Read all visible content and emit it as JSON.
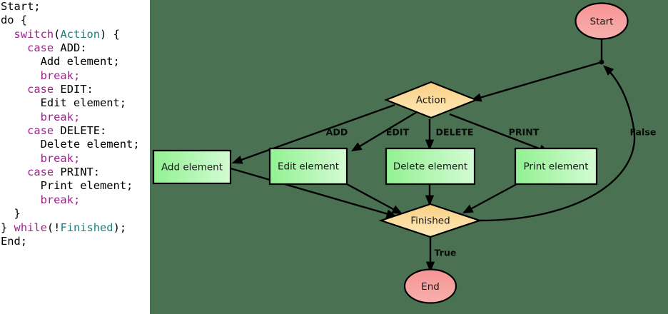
{
  "code_panel": {
    "language": "pseudocode",
    "colors": {
      "keyword": "#a0228c",
      "identifier": "#1a7f7f",
      "plain": "#000000",
      "background": "#ffffff"
    },
    "lines": [
      [
        {
          "t": "Start;",
          "c": "plain"
        }
      ],
      [
        {
          "t": "do {",
          "c": "plain"
        }
      ],
      [
        {
          "t": "  ",
          "c": "plain"
        },
        {
          "t": "switch",
          "c": "keyword"
        },
        {
          "t": "(",
          "c": "plain"
        },
        {
          "t": "Action",
          "c": "identifier"
        },
        {
          "t": ") {",
          "c": "plain"
        }
      ],
      [
        {
          "t": "    ",
          "c": "plain"
        },
        {
          "t": "case",
          "c": "keyword"
        },
        {
          "t": " ADD:",
          "c": "plain"
        }
      ],
      [
        {
          "t": "      Add element;",
          "c": "plain"
        }
      ],
      [
        {
          "t": "      ",
          "c": "plain"
        },
        {
          "t": "break;",
          "c": "keyword"
        }
      ],
      [
        {
          "t": "    ",
          "c": "plain"
        },
        {
          "t": "case",
          "c": "keyword"
        },
        {
          "t": " EDIT:",
          "c": "plain"
        }
      ],
      [
        {
          "t": "      Edit element;",
          "c": "plain"
        }
      ],
      [
        {
          "t": "      ",
          "c": "plain"
        },
        {
          "t": "break;",
          "c": "keyword"
        }
      ],
      [
        {
          "t": "    ",
          "c": "plain"
        },
        {
          "t": "case",
          "c": "keyword"
        },
        {
          "t": " DELETE:",
          "c": "plain"
        }
      ],
      [
        {
          "t": "      Delete element;",
          "c": "plain"
        }
      ],
      [
        {
          "t": "      ",
          "c": "plain"
        },
        {
          "t": "break;",
          "c": "keyword"
        }
      ],
      [
        {
          "t": "    ",
          "c": "plain"
        },
        {
          "t": "case",
          "c": "keyword"
        },
        {
          "t": " PRINT:",
          "c": "plain"
        }
      ],
      [
        {
          "t": "      Print element;",
          "c": "plain"
        }
      ],
      [
        {
          "t": "      ",
          "c": "plain"
        },
        {
          "t": "break;",
          "c": "keyword"
        }
      ],
      [
        {
          "t": "  }",
          "c": "plain"
        }
      ],
      [
        {
          "t": "} ",
          "c": "plain"
        },
        {
          "t": "while",
          "c": "keyword"
        },
        {
          "t": "(!",
          "c": "plain"
        },
        {
          "t": "Finished",
          "c": "identifier"
        },
        {
          "t": ");",
          "c": "plain"
        }
      ],
      [
        {
          "t": "End;",
          "c": "plain"
        }
      ]
    ]
  },
  "diagram": {
    "background": "#4a7252",
    "nodes": {
      "start": {
        "label": "Start",
        "shape": "ellipse",
        "fill": "#f49a9a"
      },
      "action": {
        "label": "Action",
        "shape": "diamond",
        "fill": "#f8d99a"
      },
      "add": {
        "label": "Add element",
        "shape": "rect",
        "fill": "#9cf29c"
      },
      "edit": {
        "label": "Edit element",
        "shape": "rect",
        "fill": "#9cf29c"
      },
      "delete": {
        "label": "Delete element",
        "shape": "rect",
        "fill": "#9cf29c"
      },
      "print": {
        "label": "Print element",
        "shape": "rect",
        "fill": "#9cf29c"
      },
      "finished": {
        "label": "Finished",
        "shape": "diamond",
        "fill": "#f8d99a"
      },
      "end": {
        "label": "End",
        "shape": "ellipse",
        "fill": "#f49a9a"
      }
    },
    "edge_labels": {
      "add": "ADD",
      "edit": "EDIT",
      "delete": "DELETE",
      "print": "PRINT",
      "false": "False",
      "true": "True"
    }
  }
}
